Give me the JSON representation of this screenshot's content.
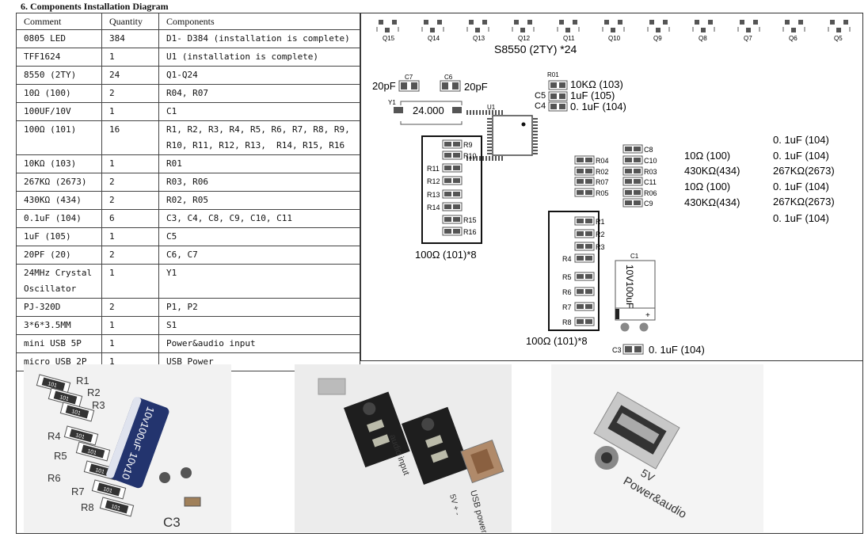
{
  "title": "6. Components Installation Diagram",
  "table": {
    "headers": [
      "Comment",
      "Quantity",
      "Components"
    ],
    "rows": [
      [
        "0805 LED",
        "384",
        "D1- D384 (installation is complete)"
      ],
      [
        "TFF1624",
        "1",
        "U1 (installation is complete)"
      ],
      [
        "8550 (2TY)",
        "24",
        "Q1-Q24"
      ],
      [
        "10Ω (100)",
        "2",
        "R04, R07"
      ],
      [
        "100UF/10V",
        "1",
        "C1"
      ],
      [
        "100Ω (101)",
        "16",
        "R1, R2, R3, R4, R5, R6, R7, R8, R9, R10, R11, R12, R13,  R14, R15, R16"
      ],
      [
        "10KΩ (103)",
        "1",
        "R01"
      ],
      [
        "267KΩ (2673)",
        "2",
        "R03, R06"
      ],
      [
        "430KΩ (434)",
        "2",
        "R02, R05"
      ],
      [
        "0.1uF (104)",
        "6",
        "C3, C4, C8, C9, C10, C11"
      ],
      [
        "1uF (105)",
        "1",
        "C5"
      ],
      [
        "20PF (20)",
        "2",
        "C6, C7"
      ],
      [
        "24MHz Crystal Oscillator",
        "1",
        "Y1"
      ],
      [
        "PJ-320D",
        "2",
        "P1, P2"
      ],
      [
        "3*6*3.5MM",
        "1",
        "S1"
      ],
      [
        "mini USB 5P",
        "1",
        "Power&audio input"
      ],
      [
        "micro USB 2P",
        "1",
        "USB Power"
      ]
    ]
  },
  "diagram": {
    "transistors": [
      "Q15",
      "Q14",
      "Q13",
      "Q12",
      "Q11",
      "Q10",
      "Q9",
      "Q8",
      "Q7",
      "Q6",
      "Q5"
    ],
    "s8550_label": "S8550 (2TY) *24",
    "c7": "C7",
    "c6": "C6",
    "pf20_left": "20pF",
    "pf20_right": "20pF",
    "y1": "Y1",
    "crystal_value": "24.000",
    "u1": "U1",
    "r01": "R01",
    "r01_value": "10KΩ (103)",
    "c5": "C5",
    "c5_value": "1uF  (105)",
    "c4": "C4",
    "c4_value": "0. 1uF (104)",
    "box1_left_labels": [
      "R11",
      "R12",
      "R13",
      "R14"
    ],
    "box1_right_labels": [
      "R9",
      "R10",
      "R15",
      "R16"
    ],
    "box1_caption": "100Ω (101)*8",
    "mid_left_labels": [
      "R04",
      "R02",
      "R07",
      "R05"
    ],
    "mid_right_labels": [
      "C8",
      "C10",
      "R03",
      "C11",
      "R06",
      "C9"
    ],
    "values_col1": [
      "10Ω   (100)",
      "430KΩ(434)",
      "10Ω   (100)",
      "430KΩ(434)"
    ],
    "values_col2": [
      "0. 1uF (104)",
      "0. 1uF (104)",
      "267KΩ(2673)",
      "0. 1uF (104)",
      "267KΩ(2673)",
      "0. 1uF (104)"
    ],
    "box2_right_labels": [
      "R1",
      "R2",
      "R3"
    ],
    "box2_left_labels": [
      "R4",
      "R5",
      "R6",
      "R7",
      "R8"
    ],
    "box2_caption": "100Ω (101)*8",
    "c1": "C1",
    "c1_text": "10V100uF",
    "c1_plus": "+",
    "c3": "C3",
    "c3_value": "0. 1uF (104)"
  },
  "photos": {
    "photo1": {
      "cap_text": "10v100uF 10v10",
      "labels": [
        "R1",
        "R2",
        "R3",
        "R4",
        "R5",
        "R6",
        "R7",
        "R8",
        "C3"
      ],
      "smd_code": "101"
    },
    "photo2": {
      "board_text": "audio input",
      "usb_text": "USB power",
      "sign_text": "5V + -"
    },
    "photo3": {
      "board_text1": "5V",
      "board_text2": "Power&audio"
    }
  }
}
